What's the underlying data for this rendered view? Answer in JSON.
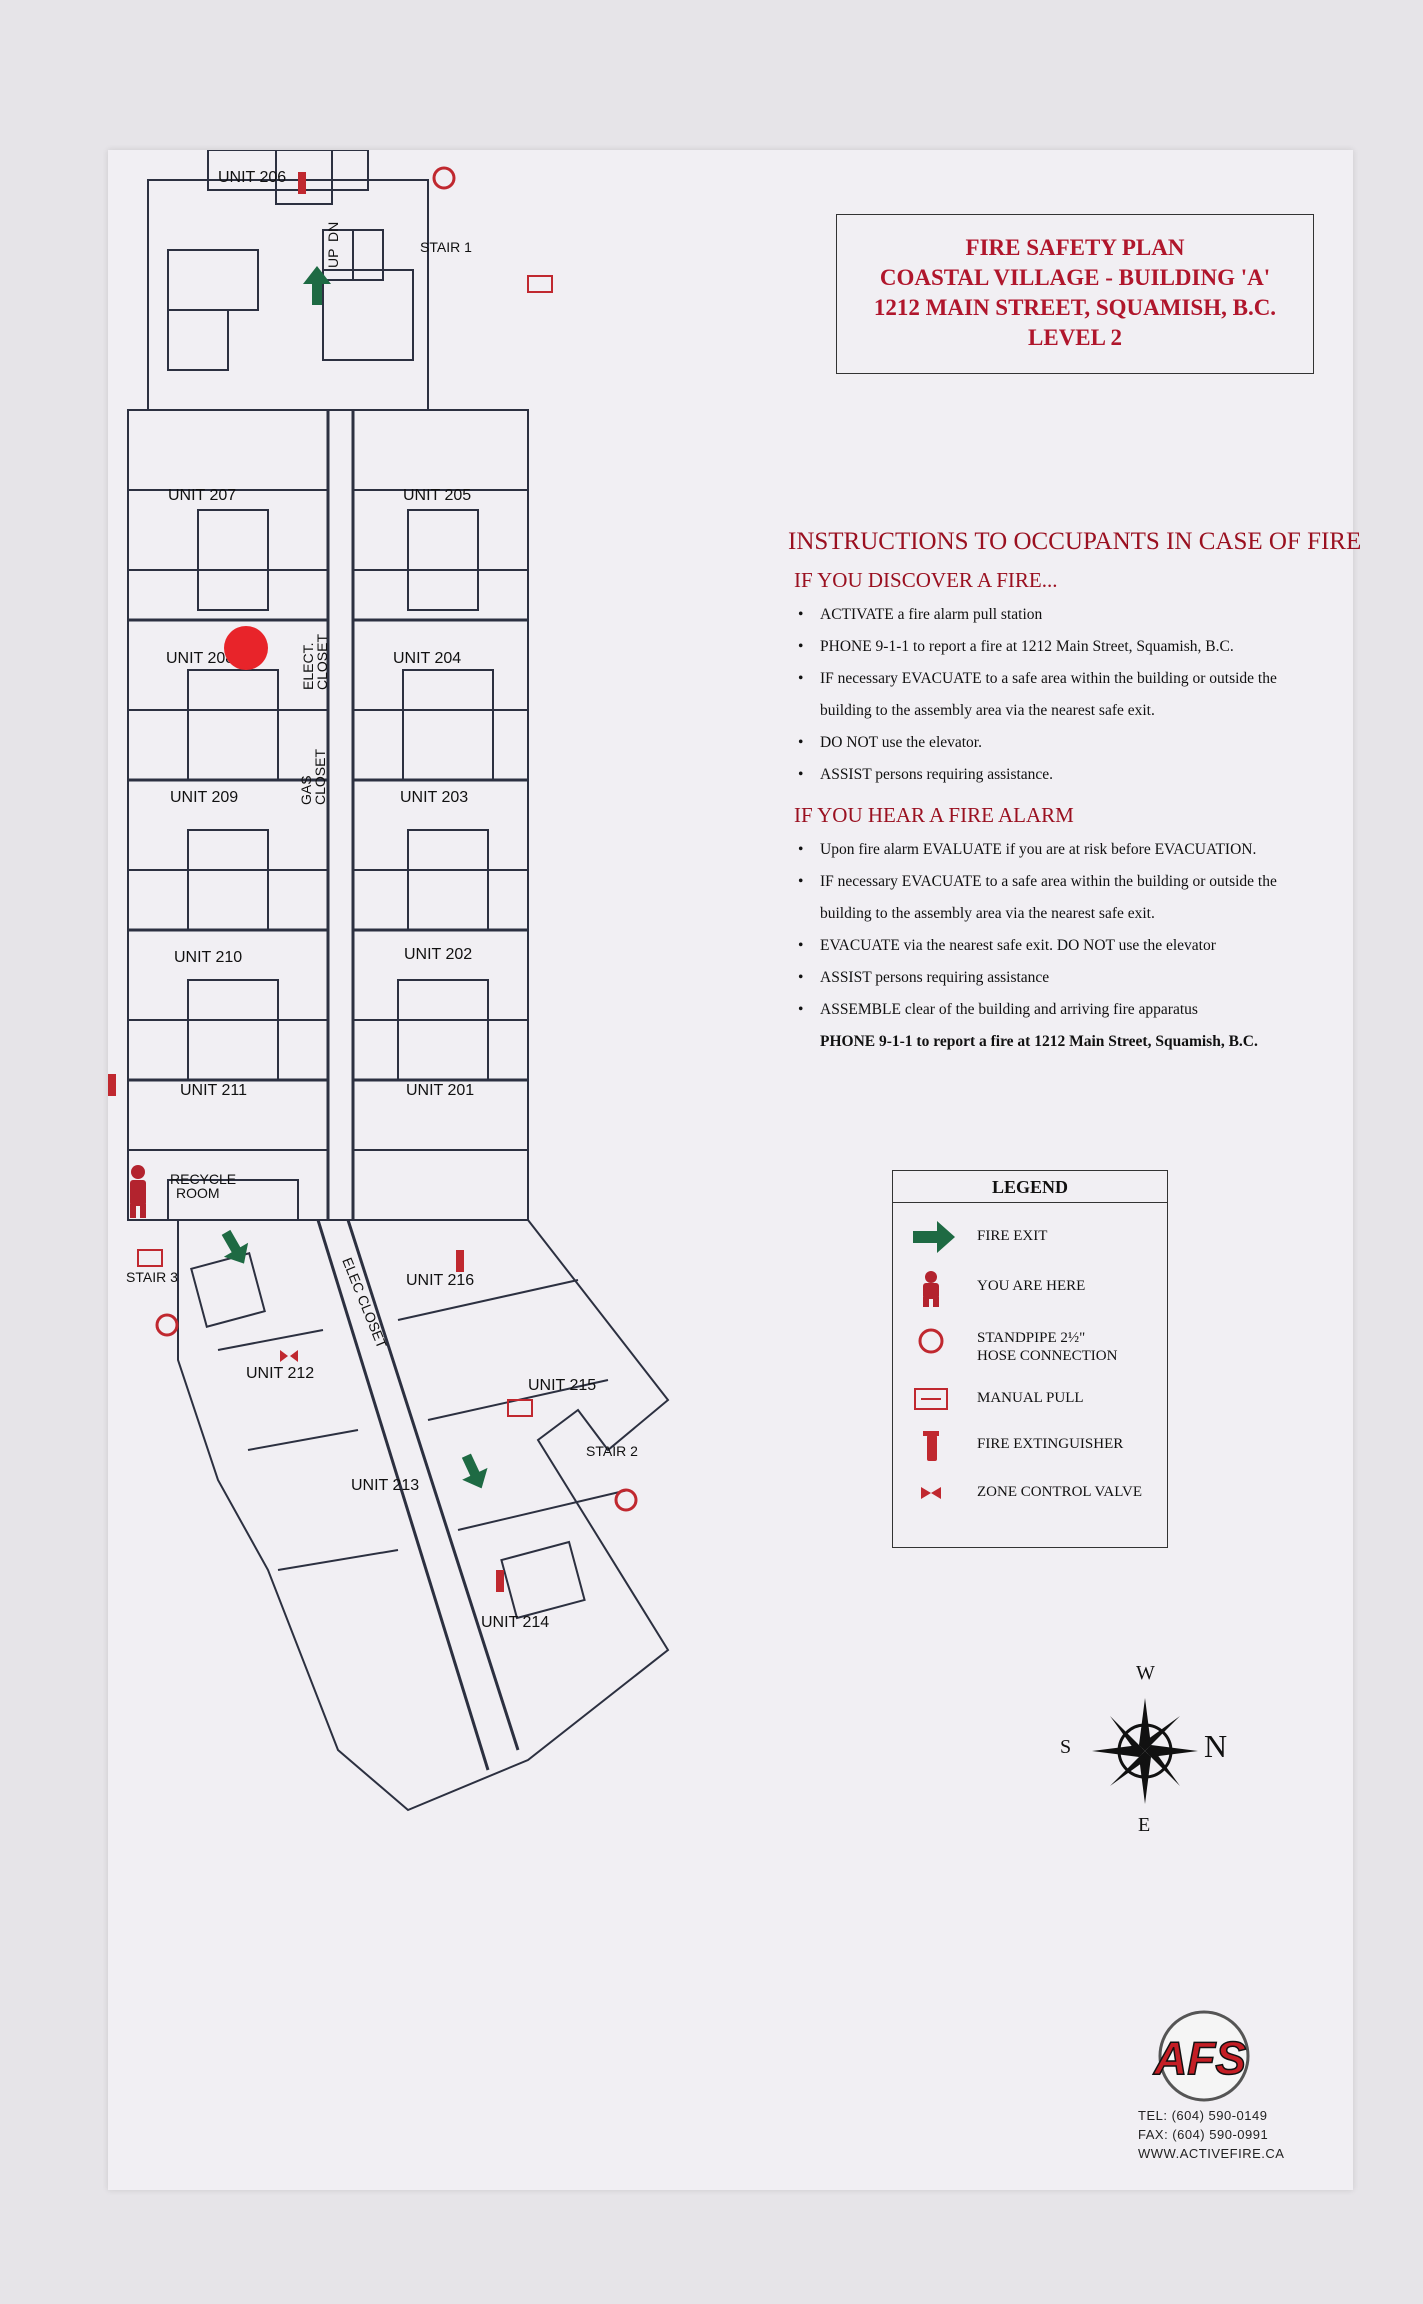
{
  "title": {
    "line1": "FIRE SAFETY PLAN",
    "line2": "COASTAL VILLAGE - BUILDING 'A'",
    "line3": "1212 MAIN STREET, SQUAMISH, B.C.",
    "line4": "LEVEL 2"
  },
  "instructions": {
    "heading": "INSTRUCTIONS TO OCCUPANTS IN CASE OF FIRE",
    "discover": {
      "heading": "IF YOU DISCOVER A FIRE...",
      "items": [
        "ACTIVATE a fire alarm pull station",
        "PHONE 9-1-1 to report a fire at 1212 Main Street, Squamish, B.C.",
        "IF necessary EVACUATE to a safe area within the building or outside the",
        "DO NOT use the elevator.",
        "ASSIST persons requiring assistance."
      ],
      "item3_cont": "building to the assembly area via the nearest safe exit."
    },
    "alarm": {
      "heading": "IF YOU HEAR A FIRE ALARM",
      "items": [
        "Upon fire alarm EVALUATE if you are at risk before EVACUATION.",
        "IF necessary EVACUATE to a safe area within the building or outside the",
        "EVACUATE via the nearest safe exit. DO NOT use the elevator",
        "ASSIST persons requiring assistance",
        "ASSEMBLE clear of the building and arriving fire apparatus"
      ],
      "item2_cont": "building to the assembly area via the nearest safe exit.",
      "item5_cont": "PHONE 9-1-1 to report a fire at 1212 Main Street, Squamish, B.C."
    }
  },
  "legend": {
    "title": "LEGEND",
    "items": [
      {
        "label": "FIRE EXIT",
        "icon": "green-arrow-icon",
        "color": "#1e6a43"
      },
      {
        "label": "YOU ARE HERE",
        "icon": "person-icon",
        "color": "#b3232e"
      },
      {
        "label": "STANDPIPE 2½\"",
        "label2": "HOSE CONNECTION",
        "icon": "standpipe-icon",
        "color": "#c0282f"
      },
      {
        "label": "MANUAL PULL",
        "icon": "manual-pull-icon",
        "color": "#c0282f"
      },
      {
        "label": "FIRE EXTINGUISHER",
        "icon": "extinguisher-icon",
        "color": "#c0282f"
      },
      {
        "label": "ZONE CONTROL VALVE",
        "icon": "valve-icon",
        "color": "#c0282f"
      }
    ]
  },
  "units": [
    "UNIT 206",
    "UNIT 207",
    "UNIT 205",
    "UNIT 208",
    "UNIT 204",
    "UNIT 209",
    "UNIT 203",
    "UNIT 210",
    "UNIT 202",
    "UNIT 211",
    "UNIT 201",
    "UNIT 216",
    "UNIT 212",
    "UNIT 215",
    "UNIT 213",
    "UNIT 214"
  ],
  "labels": {
    "stair1": "STAIR 1",
    "stair2": "STAIR 2",
    "stair3": "STAIR 3",
    "elect_closet_1": "ELECT.",
    "elect_closet_2": "CLOSET",
    "gas_closet_1": "GAS",
    "gas_closet_2": "CLOSET",
    "elec_closet": "ELEC CLOSET",
    "recycle_1": "RECYCLE",
    "recycle_2": "ROOM",
    "dn": "DN",
    "up": "UP"
  },
  "compass": {
    "w": "W",
    "s": "S",
    "n": "N",
    "e": "E"
  },
  "company": {
    "logo": "AFS",
    "tel": "TEL: (604) 590-0149",
    "fax": "FAX: (604) 590-0991",
    "web": "WWW.ACTIVEFIRE.CA"
  },
  "colors": {
    "accent_red": "#b0162c",
    "exit_green": "#1e6a43",
    "marker_red": "#e8242a",
    "line": "#2c3040"
  }
}
